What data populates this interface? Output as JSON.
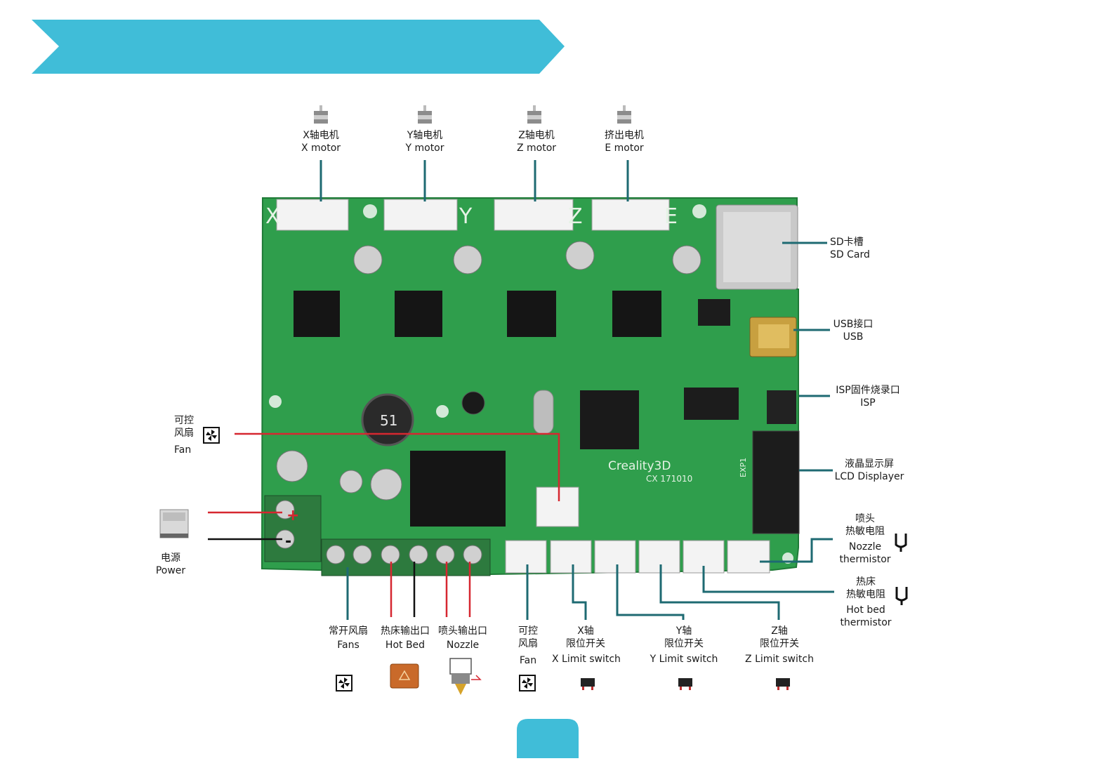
{
  "colors": {
    "banner": "#40bdd8",
    "board": "#2f9e4c",
    "board_dark": "#1f7a37",
    "leader": "#1e6a72",
    "red_wire": "#d62730",
    "black_wire": "#111111",
    "terminal_green": "#2d7a3e"
  },
  "board": {
    "silk_x": "X",
    "silk_y": "Y",
    "silk_z": "Z",
    "silk_e": "E",
    "brand": "Creality3D",
    "model": "CX 171010",
    "inductor": "51",
    "exp1": "EXP1"
  },
  "motors": [
    {
      "zh": "X轴电机",
      "en": "X motor",
      "icon": "stepper-motor-icon"
    },
    {
      "zh": "Y轴电机",
      "en": "Y motor",
      "icon": "stepper-motor-icon"
    },
    {
      "zh": "Z轴电机",
      "en": "Z motor",
      "icon": "stepper-motor-icon"
    },
    {
      "zh": "挤出电机",
      "en": "E motor",
      "icon": "stepper-motor-icon"
    }
  ],
  "right": {
    "sd": {
      "zh": "SD卡槽",
      "en": "SD Card"
    },
    "usb": {
      "zh": "USB接口",
      "en": "USB"
    },
    "isp": {
      "zh": "ISP固件烧录口",
      "en": "ISP"
    },
    "lcd": {
      "zh": "液晶显示屏",
      "en": "LCD  Displayer"
    },
    "nozzle_therm": {
      "zh1": "喷头",
      "zh2": "热敏电阻",
      "en1": "Nozzle",
      "en2": "thermistor"
    },
    "bed_therm": {
      "zh1": "热床",
      "zh2": "热敏电阻",
      "en1": "Hot bed",
      "en2": "thermistor"
    }
  },
  "left": {
    "fan": {
      "zh1": "可控",
      "zh2": "风扇",
      "en": "Fan"
    },
    "power": {
      "zh": "电源",
      "en": "Power"
    }
  },
  "bottom": {
    "fans": {
      "zh": "常开风扇",
      "en": "Fans"
    },
    "hotbed": {
      "zh": "热床输出口",
      "en": "Hot Bed"
    },
    "nozzle": {
      "zh": "喷头输出口",
      "en": "Nozzle"
    },
    "fan": {
      "zh1": "可控",
      "zh2": "风扇",
      "en": "Fan"
    },
    "x_limit": {
      "zh1": "X轴",
      "zh2": "限位开关",
      "en": "X Limit switch"
    },
    "y_limit": {
      "zh1": "Y轴",
      "zh2": "限位开关",
      "en": "Y Limit switch"
    },
    "z_limit": {
      "zh1": "Z轴",
      "zh2": "限位开关",
      "en": "Z Limit switch"
    }
  }
}
